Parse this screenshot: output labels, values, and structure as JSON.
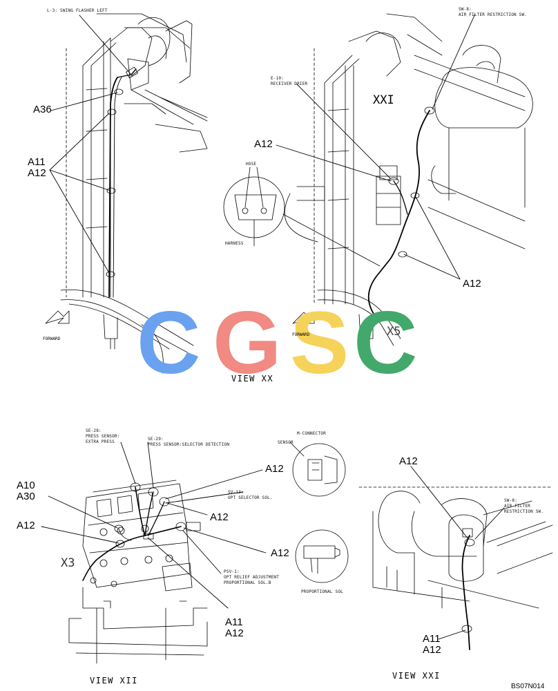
{
  "colors": {
    "line": "#000000",
    "wm_c1": "#6aa2ef",
    "wm_g": "#f08a82",
    "wm_s": "#f5d25a",
    "wm_c2": "#43a86b"
  },
  "watermark": {
    "c1": "C",
    "g": "G",
    "s": "S",
    "c2": "C"
  },
  "view_xx": {
    "title": "VIEW XX",
    "note_l3": "L-3: SWING FLASHER LEFT",
    "callout_a36": "A36",
    "callout_a11": "A11",
    "callout_a12": "A12",
    "forward": "FORWARD"
  },
  "view_xx_right": {
    "note_sw8": "SW-8:",
    "note_sw8_desc": "AIR FILTER RESTRICTION SW.",
    "note_e10": "E-10:",
    "note_e10_desc": "RECEIVER DRIER",
    "ref_xxi": "XXI",
    "callout_a12_top": "A12",
    "callout_a12_bottom": "A12",
    "detail_hose": "HOSE",
    "detail_harness": "HARNESS",
    "forward": "FORWARD",
    "ref_x5": "X5"
  },
  "view_xii": {
    "title": "VIEW XII",
    "note_se28": "SE-28:",
    "note_se28_d1": "PRESS SENSOR:",
    "note_se28_d2": "EXTRA PRESS",
    "note_se29": "SE-29:",
    "note_se29_d1": "PRESS SENSOR:SELECTOR DETECTION",
    "note_sv13": "SV-13:",
    "note_sv13_d1": "OPT SELECTOR SOL.",
    "note_psv1": "PSV-1:",
    "note_psv1_d1": "OPT RELIEF ADJUSTMENT",
    "note_psv1_d2": "PROPORTIONAL SOL.B",
    "detail_mconn": "M-CONNECTOR",
    "detail_sensor": "SENSOR",
    "detail_propsol": "PROPORTIONAL SOL",
    "callout_a10": "A10",
    "callout_a30": "A30",
    "callout_a12_left": "A12",
    "callout_a12_r1": "A12",
    "callout_a12_r2": "A12",
    "callout_a12_r3": "A12",
    "callout_a11_b": "A11",
    "callout_a12_b": "A12",
    "ref_x3": "X3"
  },
  "view_xxi": {
    "title": "VIEW XXI",
    "note_sw8": "SW-8:",
    "note_sw8_d1": "AIR FILTER",
    "note_sw8_d2": "RESTRICTION SW.",
    "callout_a12": "A12",
    "callout_a11": "A11",
    "callout_a12_b": "A12"
  },
  "sheet_code": "BS07N014"
}
